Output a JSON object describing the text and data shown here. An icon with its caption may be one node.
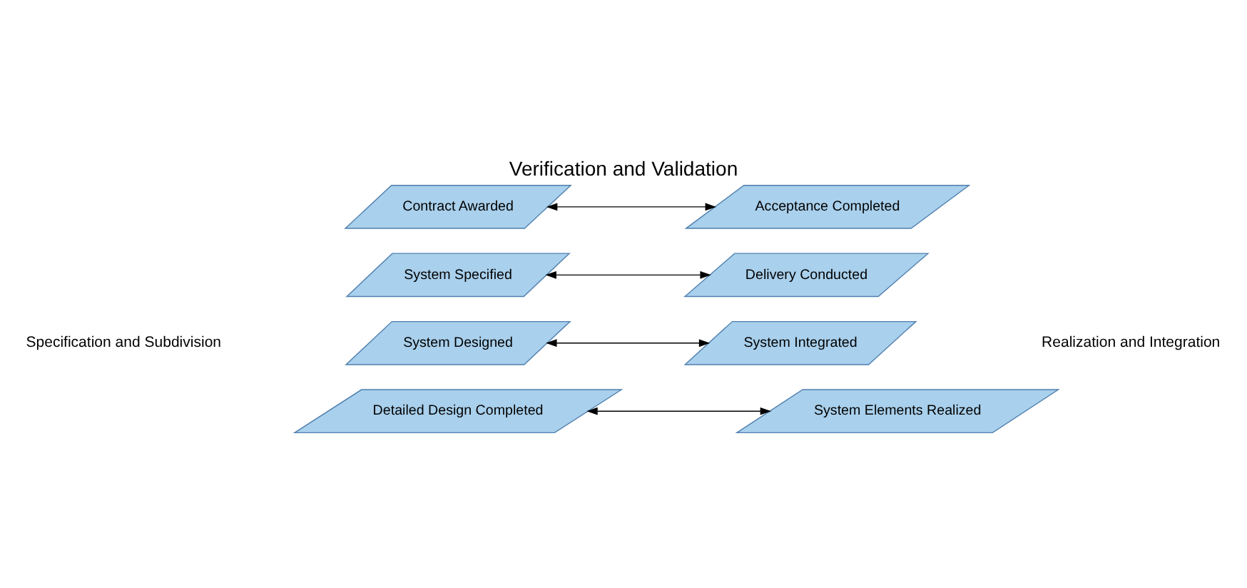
{
  "diagram": {
    "title": "Verification and Validation",
    "nodes": [
      {
        "text": [
          "Contract Awarded"
        ]
      },
      {
        "text": [
          "Acceptance Completed"
        ]
      },
      {
        "text": [
          "System Specified"
        ]
      },
      {
        "text": [
          "Delivery Conducted"
        ]
      },
      {
        "text": [
          "System Designed"
        ]
      },
      {
        "text": [
          "System Integrated"
        ]
      },
      {
        "text": [
          "Detailed Design Completed"
        ]
      },
      {
        "text": [
          "System Elements Realized"
        ]
      }
    ],
    "edges": [
      {
        "from": 0,
        "to": 1,
        "arrow": "both"
      },
      {
        "from": 2,
        "to": 3,
        "arrow": "both"
      },
      {
        "from": 4,
        "to": 5,
        "arrow": "both"
      },
      {
        "from": 6,
        "to": 7,
        "arrow": "both"
      }
    ],
    "labels": [
      "Specification and Subdivision",
      "Realization and Integration"
    ]
  }
}
